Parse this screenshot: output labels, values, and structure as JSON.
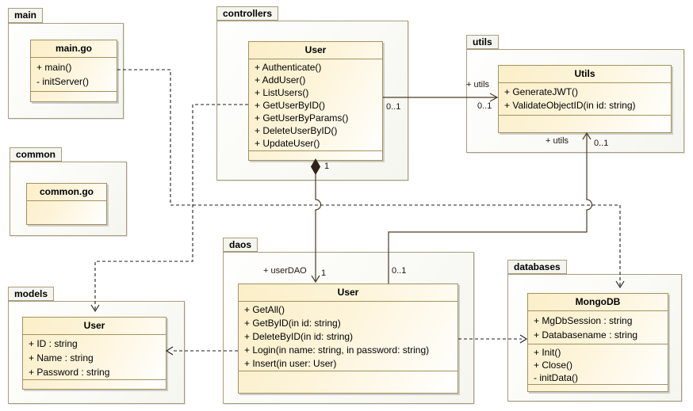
{
  "diagram_type": "uml-package-class-diagram",
  "colors": {
    "background": "#ffffff",
    "class_border": "#a4915c",
    "class_fill": "#fbefc8",
    "package_border": "#a89d7d",
    "package_fill": "#f6f6f0",
    "solid_line": "#4a3b26",
    "dashed_line": "#1e1e1e"
  },
  "packages": {
    "main": {
      "label": "main",
      "class": {
        "title": "main.go",
        "members": [
          "+ main()",
          "- initServer()"
        ]
      }
    },
    "controllers": {
      "label": "controllers",
      "class": {
        "title": "User",
        "members": [
          "+ Authenticate()",
          "+ AddUser()",
          "+ ListUsers()",
          "+ GetUserByID()",
          "+ GetUserByParams()",
          "+ DeleteUserByID()",
          "+ UpdateUser()"
        ]
      }
    },
    "utils": {
      "label": "utils",
      "class": {
        "title": "Utils",
        "members": [
          "+ GenerateJWT()",
          "+ ValidateObjectID(in id: string)"
        ]
      }
    },
    "common": {
      "label": "common",
      "class": {
        "title": "common.go",
        "members": []
      }
    },
    "daos": {
      "label": "daos",
      "class": {
        "title": "User",
        "members": [
          "+ GetAll()",
          "+ GetByID(in id: string)",
          "+ DeleteByID(in id: string)",
          "+ Login(in name: string, in password: string)",
          "+ Insert(in user: User)"
        ]
      }
    },
    "models": {
      "label": "models",
      "class": {
        "title": "User",
        "attributes": [
          "+ ID : string",
          "+ Name : string",
          "+ Password : string"
        ]
      }
    },
    "databases": {
      "label": "databases",
      "class": {
        "title": "MongoDB",
        "attributes": [
          "+ MgDbSession : string",
          "+ Databasename : string"
        ],
        "operations": [
          "+ Init()",
          "+ Close()",
          "- initData()"
        ]
      }
    }
  },
  "edge_labels": {
    "ctrl_utils_near_mult": "0..1",
    "ctrl_utils_role": "+ utils",
    "ctrl_utils_far_mult": "0..1",
    "comp_near_mult": "1",
    "comp_role": "+ userDAO",
    "comp_far_mult": "1",
    "daos_utils_near_mult": "0..1",
    "daos_utils_role": "+ utils",
    "daos_utils_far_mult": "0..1"
  },
  "relationships": [
    {
      "from": "main.main.go",
      "to": "databases.MongoDB",
      "type": "dependency",
      "style": "dashed-arrow"
    },
    {
      "from": "controllers.User",
      "to": "models.User",
      "type": "dependency",
      "style": "dashed-arrow"
    },
    {
      "from": "controllers.User",
      "to": "utils.Utils",
      "type": "directed-association",
      "role": "+ utils",
      "source_multiplicity": "0..1",
      "target_multiplicity": "0..1"
    },
    {
      "from": "controllers.User",
      "to": "daos.User",
      "type": "composition",
      "role": "+ userDAO",
      "source_multiplicity": "1",
      "target_multiplicity": "1"
    },
    {
      "from": "daos.User",
      "to": "utils.Utils",
      "type": "directed-association",
      "role": "+ utils",
      "source_multiplicity": "0..1",
      "target_multiplicity": "0..1"
    },
    {
      "from": "daos.User",
      "to": "models.User",
      "type": "dependency",
      "style": "dashed-arrow"
    },
    {
      "from": "daos.User",
      "to": "databases.MongoDB",
      "type": "dependency",
      "style": "dashed-arrow"
    }
  ]
}
